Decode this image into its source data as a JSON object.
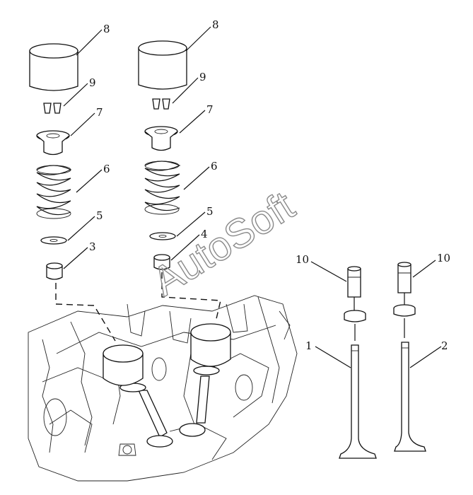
{
  "watermark": "AutoSoft",
  "callouts": {
    "c8a": "8",
    "c8b": "8",
    "c9a": "9",
    "c9b": "9",
    "c7a": "7",
    "c7b": "7",
    "c6a": "6",
    "c6b": "6",
    "c5a": "5",
    "c5b": "5",
    "c3": "3",
    "c4": "4",
    "c10a": "10",
    "c10b": "10",
    "c1": "1",
    "c2": "2"
  }
}
